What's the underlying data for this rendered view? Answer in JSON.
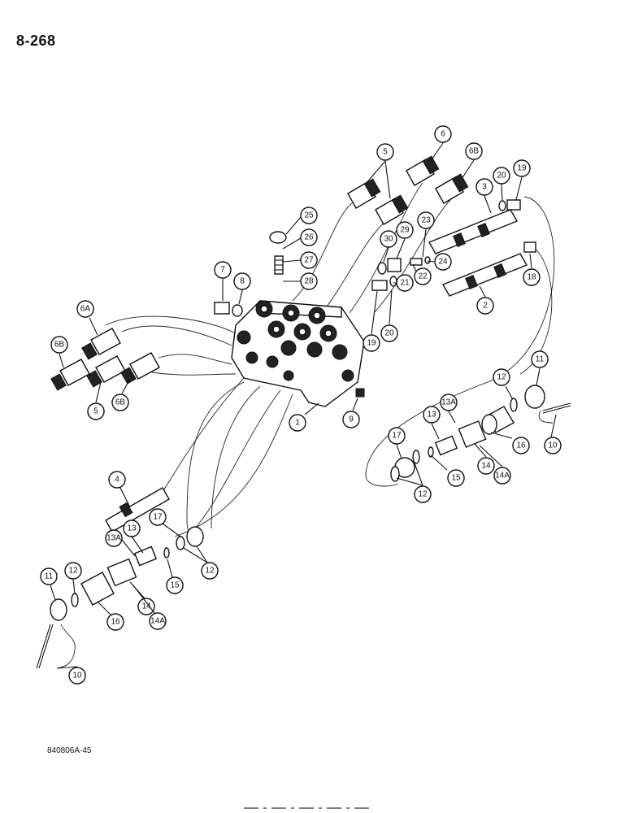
{
  "page": {
    "number": "8-268",
    "figure_code": "840806A-45"
  },
  "callouts": [
    {
      "id": "c-6-top",
      "label": "6"
    },
    {
      "id": "c-5-top",
      "label": "5"
    },
    {
      "id": "c-6b-top",
      "label": "6B"
    },
    {
      "id": "c-3",
      "label": "3"
    },
    {
      "id": "c-20-top",
      "label": "20"
    },
    {
      "id": "c-19-top",
      "label": "19"
    },
    {
      "id": "c-25",
      "label": "25"
    },
    {
      "id": "c-26",
      "label": "26"
    },
    {
      "id": "c-27",
      "label": "27"
    },
    {
      "id": "c-28",
      "label": "28"
    },
    {
      "id": "c-23",
      "label": "23"
    },
    {
      "id": "c-29",
      "label": "29"
    },
    {
      "id": "c-30",
      "label": "30"
    },
    {
      "id": "c-24",
      "label": "24"
    },
    {
      "id": "c-22",
      "label": "22"
    },
    {
      "id": "c-21",
      "label": "21"
    },
    {
      "id": "c-18",
      "label": "18"
    },
    {
      "id": "c-2",
      "label": "2"
    },
    {
      "id": "c-19-mid",
      "label": "19"
    },
    {
      "id": "c-20-mid",
      "label": "20"
    },
    {
      "id": "c-7",
      "label": "7"
    },
    {
      "id": "c-8",
      "label": "8"
    },
    {
      "id": "c-6a-left",
      "label": "6A"
    },
    {
      "id": "c-6b-left",
      "label": "6B"
    },
    {
      "id": "c-5-left",
      "label": "5"
    },
    {
      "id": "c-6b-left2",
      "label": "6B"
    },
    {
      "id": "c-1",
      "label": "1"
    },
    {
      "id": "c-9",
      "label": "9"
    },
    {
      "id": "c-11-right",
      "label": "11"
    },
    {
      "id": "c-12-right",
      "label": "12"
    },
    {
      "id": "c-13a-right",
      "label": "13A"
    },
    {
      "id": "c-13-right",
      "label": "13"
    },
    {
      "id": "c-16-right",
      "label": "16"
    },
    {
      "id": "c-10-right",
      "label": "10"
    },
    {
      "id": "c-17-right",
      "label": "17"
    },
    {
      "id": "c-15-right",
      "label": "15"
    },
    {
      "id": "c-14-right",
      "label": "14"
    },
    {
      "id": "c-14a-right",
      "label": "14A"
    },
    {
      "id": "c-12-right2",
      "label": "12"
    },
    {
      "id": "c-4",
      "label": "4"
    },
    {
      "id": "c-17-left",
      "label": "17"
    },
    {
      "id": "c-13a-left",
      "label": "13A"
    },
    {
      "id": "c-13-left",
      "label": "13"
    },
    {
      "id": "c-12-left",
      "label": "12"
    },
    {
      "id": "c-11-left",
      "label": "11"
    },
    {
      "id": "c-12-left2",
      "label": "12"
    },
    {
      "id": "c-15-left",
      "label": "15"
    },
    {
      "id": "c-16-left",
      "label": "16"
    },
    {
      "id": "c-14-left",
      "label": "14"
    },
    {
      "id": "c-14a-left",
      "label": "14A"
    },
    {
      "id": "c-10-left",
      "label": "10"
    }
  ]
}
